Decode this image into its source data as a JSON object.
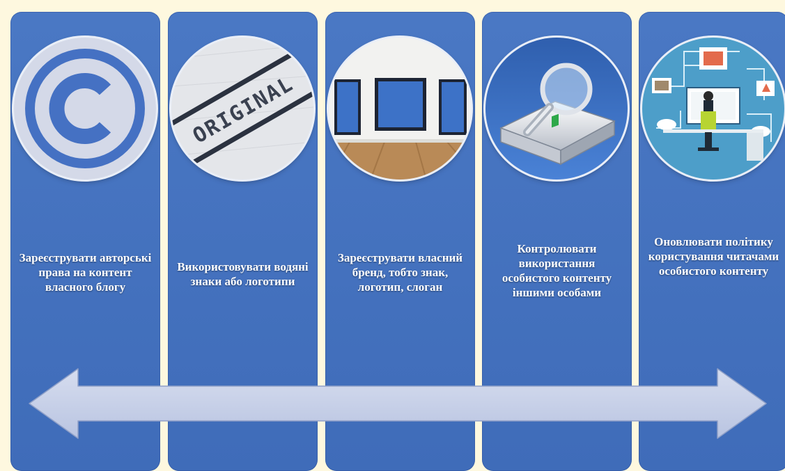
{
  "steps": [
    {
      "label": "Зареєструвати авторські права на контент власного блогу",
      "icon": "copyright-icon"
    },
    {
      "label": "Використовувати водяні знаки або логотипи",
      "icon": "original-stamp-image",
      "stamp_text": "ORIGINAL"
    },
    {
      "label": "Зареєструвати власний бренд, тобто знак, логотип, слоган",
      "icon": "gallery-frames-image"
    },
    {
      "label": "Контролювати використання особистого контенту іншими особами",
      "icon": "drive-magnifier-image"
    },
    {
      "label": "Оновлювати політику користування читачами особистого контенту",
      "icon": "network-user-image"
    }
  ],
  "arrow": {
    "type": "double-headed",
    "color": "#c6cfe6"
  },
  "colors": {
    "background": "#fef8df",
    "panel": "#4472c4",
    "text": "#ffffff"
  }
}
